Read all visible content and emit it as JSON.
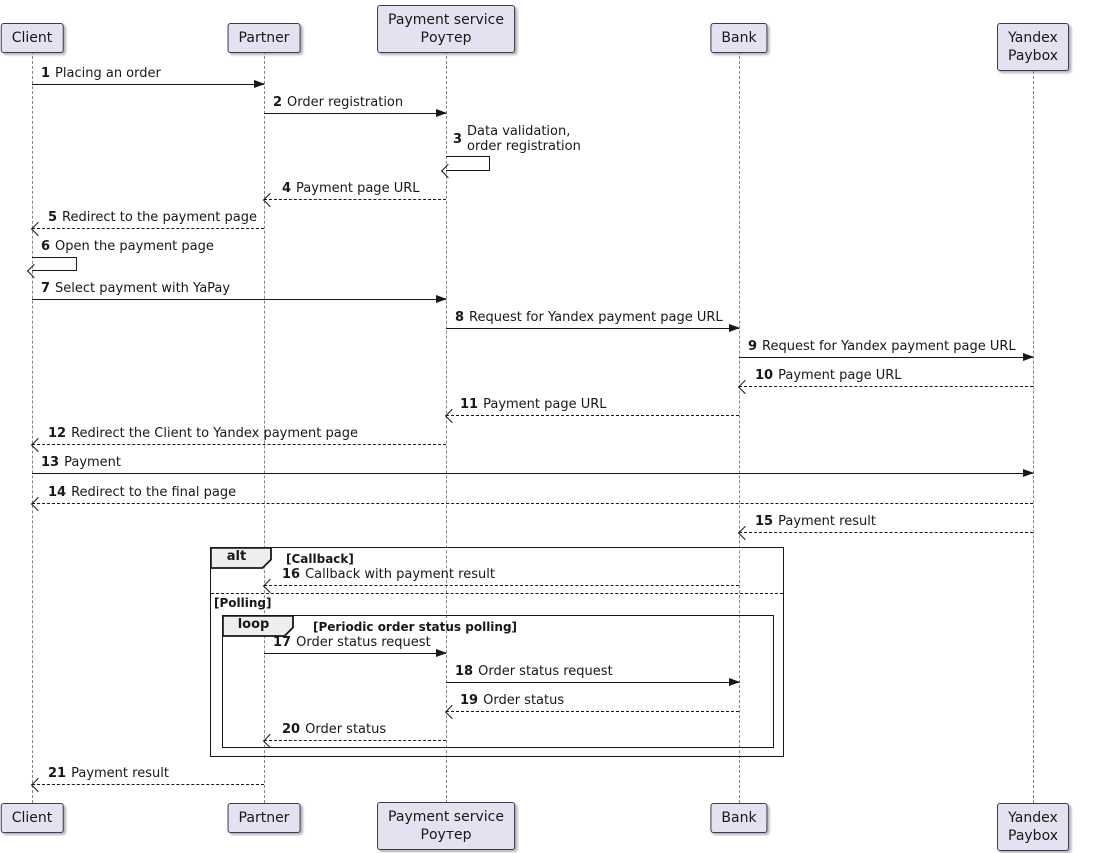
{
  "participants": [
    {
      "label": "Client"
    },
    {
      "label": "Partner"
    },
    {
      "label": "Payment service\nРоутер"
    },
    {
      "label": "Bank"
    },
    {
      "label": "Yandex Paybox"
    }
  ],
  "messages": [
    {
      "n": "1",
      "t": "Placing an order"
    },
    {
      "n": "2",
      "t": "Order registration"
    },
    {
      "n": "3",
      "t": "Data validation,\norder registration"
    },
    {
      "n": "4",
      "t": "Payment page URL"
    },
    {
      "n": "5",
      "t": "Redirect to the payment page"
    },
    {
      "n": "6",
      "t": "Open the payment page"
    },
    {
      "n": "7",
      "t": "Select payment with YaPay"
    },
    {
      "n": "8",
      "t": "Request for Yandex payment page URL"
    },
    {
      "n": "9",
      "t": "Request for Yandex payment page URL"
    },
    {
      "n": "10",
      "t": "Payment page URL"
    },
    {
      "n": "11",
      "t": "Payment page URL"
    },
    {
      "n": "12",
      "t": "Redirect the Client to Yandex payment page"
    },
    {
      "n": "13",
      "t": "Payment"
    },
    {
      "n": "14",
      "t": "Redirect to the final page"
    },
    {
      "n": "15",
      "t": "Payment result"
    },
    {
      "n": "16",
      "t": "Callback with payment result"
    },
    {
      "n": "17",
      "t": "Order status request"
    },
    {
      "n": "18",
      "t": "Order status request"
    },
    {
      "n": "19",
      "t": "Order status"
    },
    {
      "n": "20",
      "t": "Order status"
    },
    {
      "n": "21",
      "t": "Payment result"
    }
  ],
  "frames": {
    "alt": {
      "keyword": "alt",
      "condition": "[Callback]"
    },
    "divider": {
      "label": "[Polling]"
    },
    "loop": {
      "keyword": "loop",
      "condition": "[Periodic order status polling]"
    }
  },
  "colors": {
    "participant_fill": "#E2E2F0",
    "frame_header_fill": "#EEEEEE",
    "line_color": "#181818",
    "lifeline_color": "#858585"
  }
}
